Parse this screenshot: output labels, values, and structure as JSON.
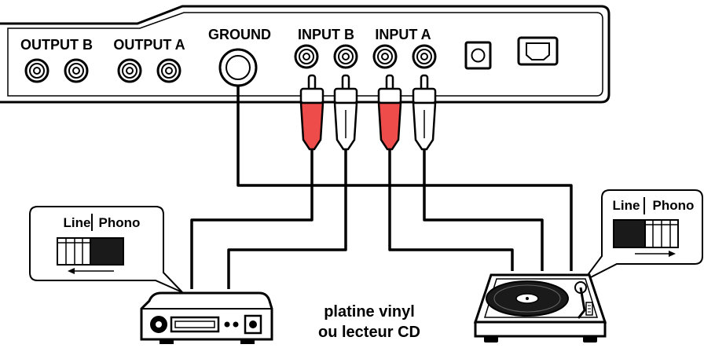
{
  "panel": {
    "output_b_label": "OUTPUT B",
    "output_a_label": "OUTPUT A",
    "ground_label": "GROUND",
    "input_b_label": "INPUT B",
    "input_a_label": "INPUT A"
  },
  "switch_left": {
    "line_label": "Line",
    "phono_label": "Phono",
    "selected": "Line"
  },
  "switch_right": {
    "line_label": "Line",
    "phono_label": "Phono",
    "selected": "Phono"
  },
  "caption": {
    "line1": "platine vinyl",
    "line2": "ou lecteur CD"
  },
  "colors": {
    "red_plug": "#ee4b4b",
    "outline": "#000000"
  }
}
